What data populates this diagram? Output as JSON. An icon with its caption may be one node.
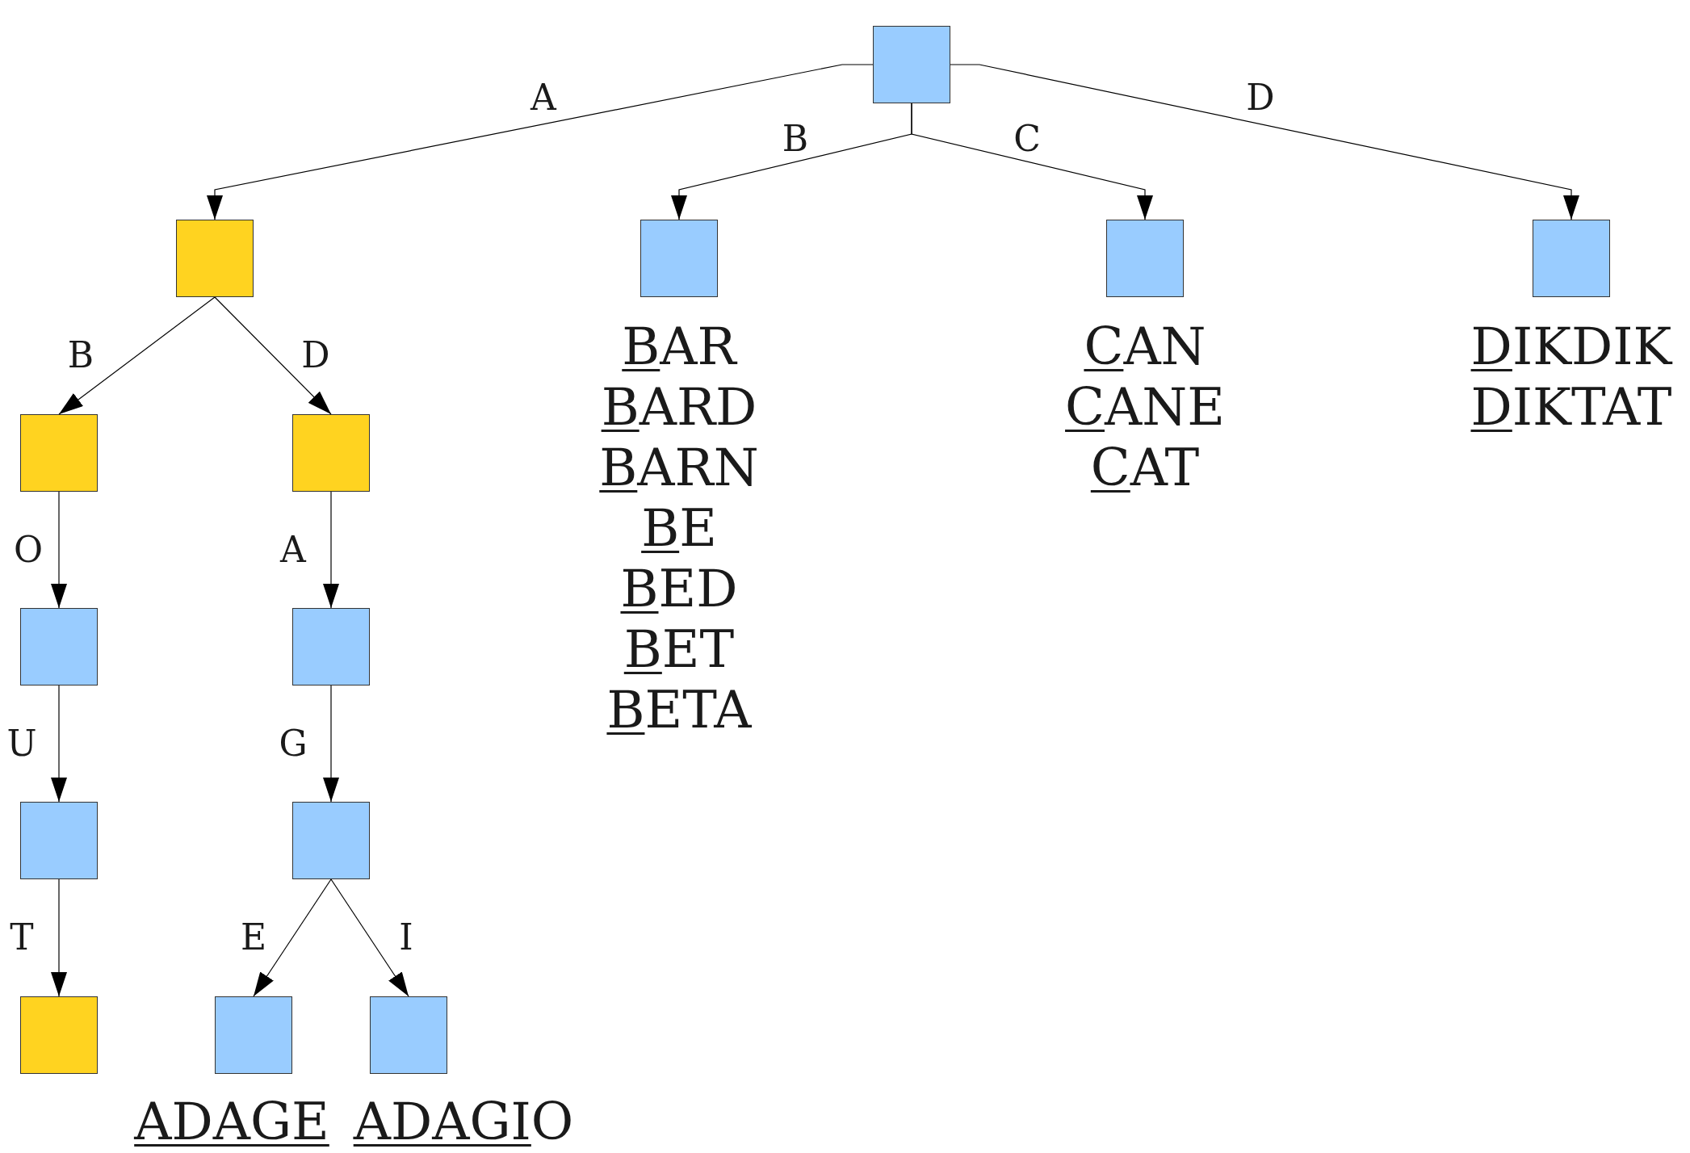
{
  "diagram": {
    "nodes": [
      {
        "text": [],
        "shape": "box"
      },
      {
        "text": [],
        "shape": "box"
      },
      {
        "text": [],
        "shape": "box",
        "beside": [
          "BAR",
          "BARD",
          "BARN",
          "BE",
          "BED",
          "BET",
          "BETA"
        ]
      },
      {
        "text": [],
        "shape": "box",
        "beside": [
          "CAN",
          "CANE",
          "CAT"
        ]
      },
      {
        "text": [],
        "shape": "box",
        "beside": [
          "DIKDIK",
          "DIKTAT"
        ]
      },
      {
        "text": [],
        "shape": "box"
      },
      {
        "text": [],
        "shape": "box"
      },
      {
        "text": [],
        "shape": "box"
      },
      {
        "text": [],
        "shape": "box"
      },
      {
        "text": [],
        "shape": "box"
      },
      {
        "text": [],
        "shape": "box"
      },
      {
        "text": [],
        "shape": "box"
      },
      {
        "text": [],
        "shape": "box",
        "beside": [
          "ADAGE"
        ]
      },
      {
        "text": [],
        "shape": "box",
        "beside": [
          "ADAGIO"
        ]
      }
    ],
    "edges": [
      {
        "from": 0,
        "to": 1,
        "label": "A",
        "arrow": "to"
      },
      {
        "from": 0,
        "to": 2,
        "label": "B",
        "arrow": "to"
      },
      {
        "from": 0,
        "to": 3,
        "label": "C",
        "arrow": "to"
      },
      {
        "from": 0,
        "to": 4,
        "label": "D",
        "arrow": "to"
      },
      {
        "from": 1,
        "to": 5,
        "label": "B",
        "arrow": "to"
      },
      {
        "from": 1,
        "to": 6,
        "label": "D",
        "arrow": "to"
      },
      {
        "from": 5,
        "to": 7,
        "label": "O",
        "arrow": "to"
      },
      {
        "from": 6,
        "to": 8,
        "label": "A",
        "arrow": "to"
      },
      {
        "from": 7,
        "to": 9,
        "label": "U",
        "arrow": "to"
      },
      {
        "from": 8,
        "to": 10,
        "label": "G",
        "arrow": "to"
      },
      {
        "from": 9,
        "to": 11,
        "label": "T",
        "arrow": "to"
      },
      {
        "from": 10,
        "to": 12,
        "label": "E",
        "arrow": "to"
      },
      {
        "from": 10,
        "to": 13,
        "label": "I",
        "arrow": "to"
      }
    ]
  }
}
